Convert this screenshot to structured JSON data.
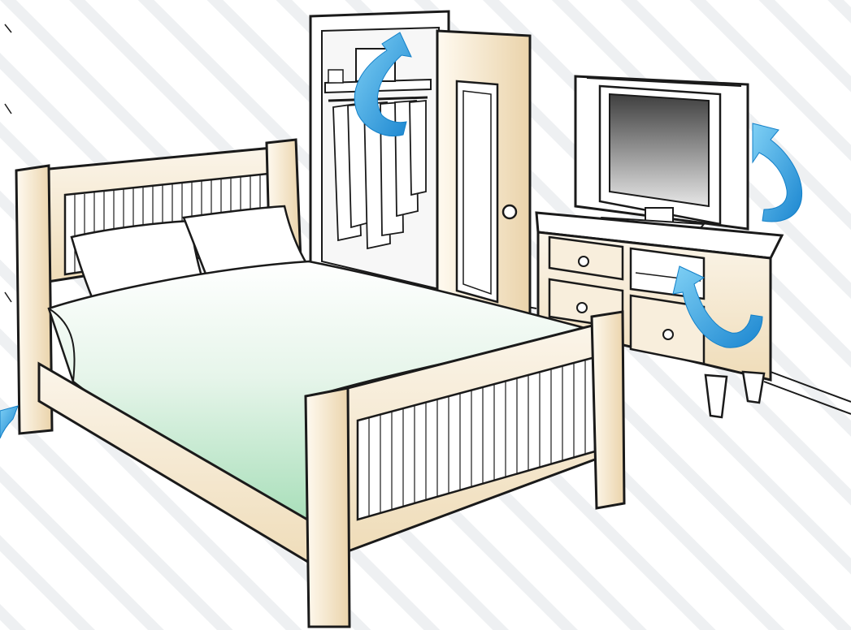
{
  "scene": {
    "subject": "bedroom",
    "objects": [
      "bed",
      "closet",
      "dresser",
      "television"
    ],
    "colors": {
      "background": "#ffffff",
      "stripe": "#eef0f2",
      "wood": "#f6ecd8",
      "wood_shade": "#e9d3ad",
      "outline": "#1a1a1a",
      "sheet": "#c7ead2",
      "arrow": "#2a9fe0",
      "screen_dark": "#5b5b5b"
    },
    "icons": [
      "curved-arrow-icon"
    ]
  }
}
